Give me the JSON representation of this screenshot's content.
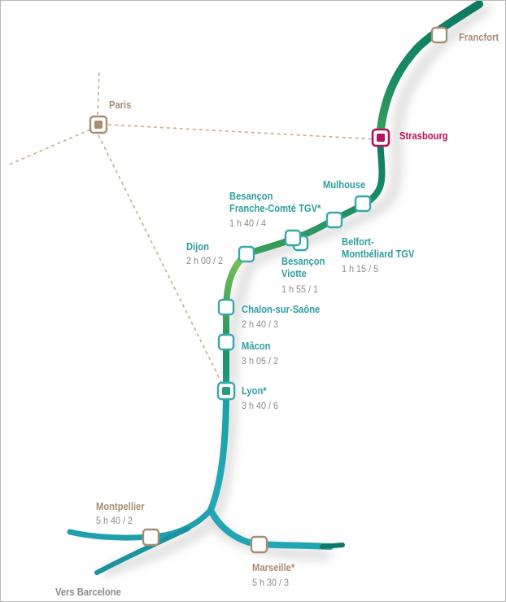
{
  "stations": {
    "paris": {
      "name": "Paris"
    },
    "francfort": {
      "name": "Francfort"
    },
    "strasbourg": {
      "name": "Strasbourg"
    },
    "mulhouse": {
      "name": "Mulhouse"
    },
    "besancon_tgv": {
      "name_line1": "Besançon",
      "name_line2": "Franche-Comté TGV*",
      "time": "1 h 40 / 4"
    },
    "belfort": {
      "name_line1": "Belfort-",
      "name_line2": "Montbéliard TGV",
      "time": "1 h 15 / 5"
    },
    "besancon_viotte": {
      "name_line1": "Besançon",
      "name_line2": "Viotte",
      "time": "1 h 55 / 1"
    },
    "dijon": {
      "name": "Dijon",
      "time": "2 h 00 / 2"
    },
    "chalon": {
      "name": "Chalon-sur-Saône",
      "time": "2 h 40 / 3"
    },
    "macon": {
      "name": "Mâcon",
      "time": "3 h 05 / 2"
    },
    "lyon": {
      "name": "Lyon*",
      "time": "3 h 40 / 6"
    },
    "montpellier": {
      "name": "Montpellier",
      "time": "5 h 40 / 2"
    },
    "marseille": {
      "name": "Marseille*",
      "time": "5 h 30 / 3"
    }
  },
  "footer": {
    "vers_barcelone": "Vers Barcelone"
  },
  "colors": {
    "line_dark_green": "#0f7b63",
    "line_light_green": "#6ab94e",
    "line_teal": "#22a7b4",
    "station_stroke": "#39a7ad",
    "station_brown": "#a88d72",
    "station_magenta": "#b4135e",
    "dashed_brown": "#c8ab88"
  }
}
